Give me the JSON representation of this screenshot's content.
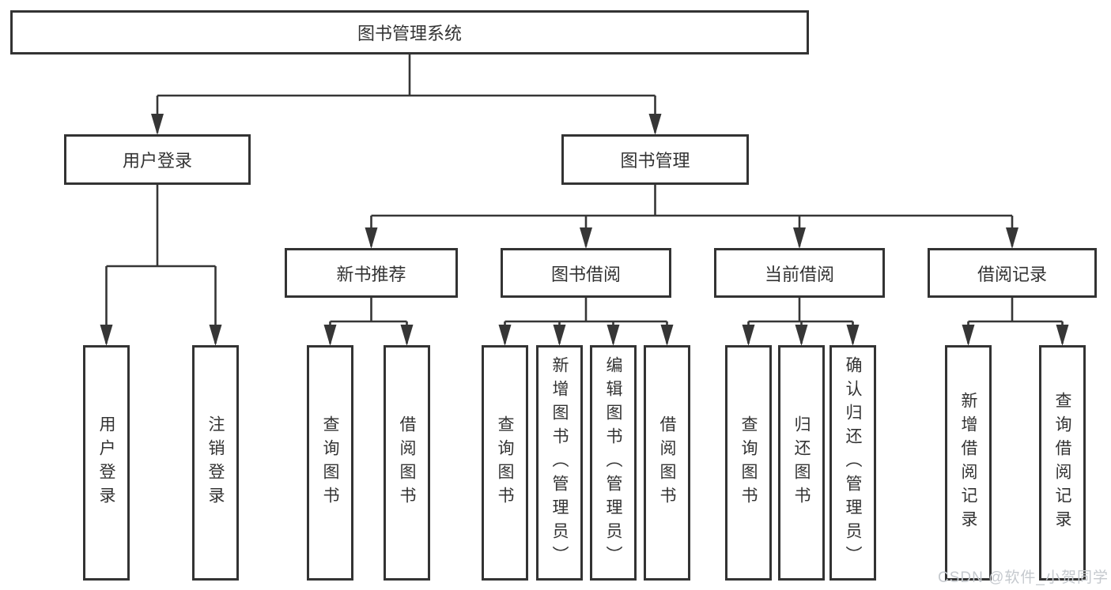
{
  "root": {
    "label": "图书管理系统"
  },
  "branches": {
    "user_login": {
      "label": "用户登录",
      "children": [
        {
          "label": "用户登录"
        },
        {
          "label": "注销登录"
        }
      ]
    },
    "book_management": {
      "label": "图书管理",
      "sections": {
        "new_books": {
          "label": "新书推荐",
          "children": [
            {
              "label": "查询图书"
            },
            {
              "label": "借阅图书"
            }
          ]
        },
        "borrowing": {
          "label": "图书借阅",
          "children": [
            {
              "label": "查询图书"
            },
            {
              "label": "新增图书（管理员）"
            },
            {
              "label": "编辑图书（管理员）"
            },
            {
              "label": "借阅图书"
            }
          ]
        },
        "current": {
          "label": "当前借阅",
          "children": [
            {
              "label": "查询图书"
            },
            {
              "label": "归还图书"
            },
            {
              "label": "确认归还（管理员）"
            }
          ]
        },
        "records": {
          "label": "借阅记录",
          "children": [
            {
              "label": "新增借阅记录"
            },
            {
              "label": "查询借阅记录"
            }
          ]
        }
      }
    }
  },
  "watermark": {
    "text": "CSDN @软件_小贺同学"
  },
  "colors": {
    "ink": "#333333",
    "watermark": "#c5c9ce"
  }
}
